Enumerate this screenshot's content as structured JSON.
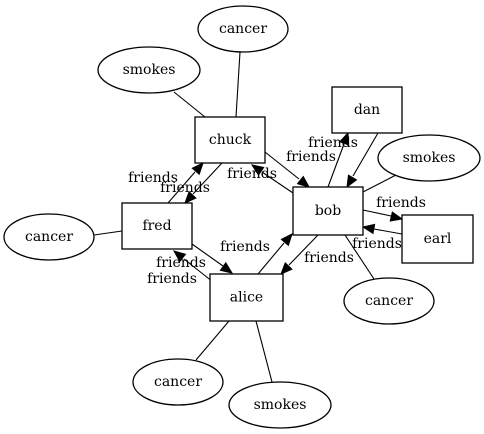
{
  "nodes": [
    {
      "id": "chuck",
      "label": "chuck",
      "shape": "box"
    },
    {
      "id": "dan",
      "label": "dan",
      "shape": "box"
    },
    {
      "id": "bob",
      "label": "bob",
      "shape": "box"
    },
    {
      "id": "fred",
      "label": "fred",
      "shape": "box"
    },
    {
      "id": "alice",
      "label": "alice",
      "shape": "box"
    },
    {
      "id": "earl",
      "label": "earl",
      "shape": "box"
    },
    {
      "id": "c_chuck",
      "label": "cancer",
      "shape": "ellipse"
    },
    {
      "id": "s_chuck",
      "label": "smokes",
      "shape": "ellipse"
    },
    {
      "id": "s_bob",
      "label": "smokes",
      "shape": "ellipse"
    },
    {
      "id": "c_fred",
      "label": "cancer",
      "shape": "ellipse"
    },
    {
      "id": "c_bob",
      "label": "cancer",
      "shape": "ellipse"
    },
    {
      "id": "c_alice",
      "label": "cancer",
      "shape": "ellipse"
    },
    {
      "id": "s_alice",
      "label": "smokes",
      "shape": "ellipse"
    }
  ],
  "edges": [
    {
      "from": "chuck",
      "to": "c_chuck",
      "directed": false,
      "label": ""
    },
    {
      "from": "chuck",
      "to": "s_chuck",
      "directed": false,
      "label": ""
    },
    {
      "from": "bob",
      "to": "s_bob",
      "directed": false,
      "label": ""
    },
    {
      "from": "fred",
      "to": "c_fred",
      "directed": false,
      "label": ""
    },
    {
      "from": "bob",
      "to": "c_bob",
      "directed": false,
      "label": ""
    },
    {
      "from": "alice",
      "to": "c_alice",
      "directed": false,
      "label": ""
    },
    {
      "from": "alice",
      "to": "s_alice",
      "directed": false,
      "label": ""
    },
    {
      "from": "fred",
      "to": "chuck",
      "directed": true,
      "label": "friends"
    },
    {
      "from": "chuck",
      "to": "fred",
      "directed": true,
      "label": "friends"
    },
    {
      "from": "bob",
      "to": "chuck",
      "directed": true,
      "label": "friends"
    },
    {
      "from": "chuck",
      "to": "bob",
      "directed": true,
      "label": "friends"
    },
    {
      "from": "bob",
      "to": "dan",
      "directed": true,
      "label": "friends"
    },
    {
      "from": "dan",
      "to": "bob",
      "directed": true,
      "label": ""
    },
    {
      "from": "bob",
      "to": "earl",
      "directed": true,
      "label": "friends"
    },
    {
      "from": "earl",
      "to": "bob",
      "directed": true,
      "label": "friends"
    },
    {
      "from": "alice",
      "to": "bob",
      "directed": true,
      "label": "friends"
    },
    {
      "from": "bob",
      "to": "alice",
      "directed": true,
      "label": "friends"
    },
    {
      "from": "alice",
      "to": "fred",
      "directed": true,
      "label": "friends"
    },
    {
      "from": "fred",
      "to": "alice",
      "directed": true,
      "label": "friends"
    }
  ]
}
